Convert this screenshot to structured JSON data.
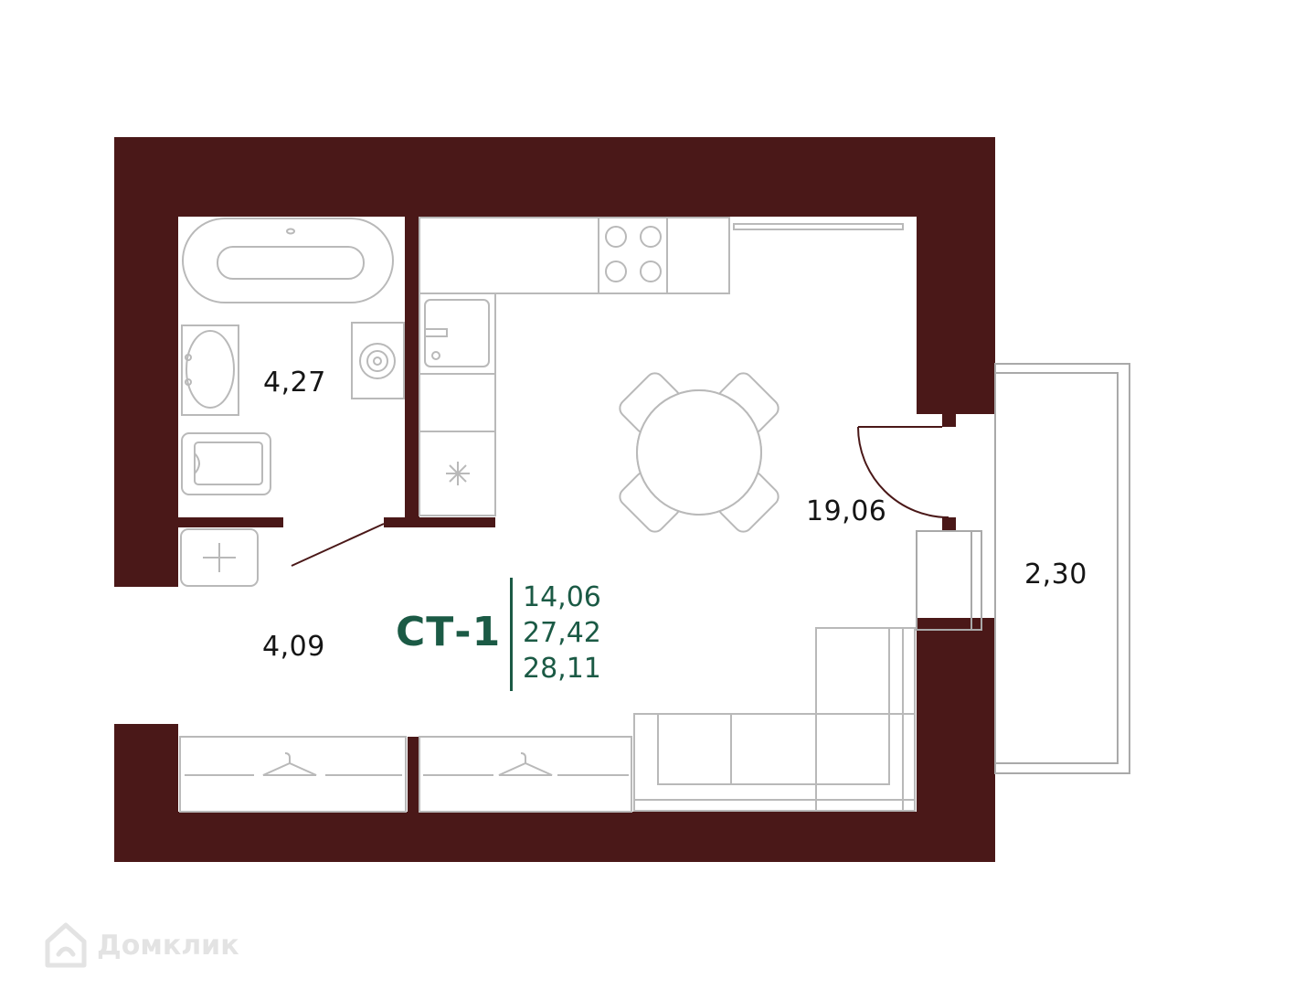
{
  "plan": {
    "unit_code": "СТ-1",
    "areas": [
      "14,06",
      "27,42",
      "28,11"
    ],
    "rooms": {
      "bathroom": "4,27",
      "living_kitchen": "19,06",
      "hallway": "4,09",
      "balcony": "2,30"
    },
    "colors": {
      "wall": "#4a1818",
      "accent": "#1b5a45",
      "furniture_stroke": "#b9b9b9"
    }
  },
  "watermark": {
    "text": "Домклик",
    "icon": "house-logo-icon"
  }
}
